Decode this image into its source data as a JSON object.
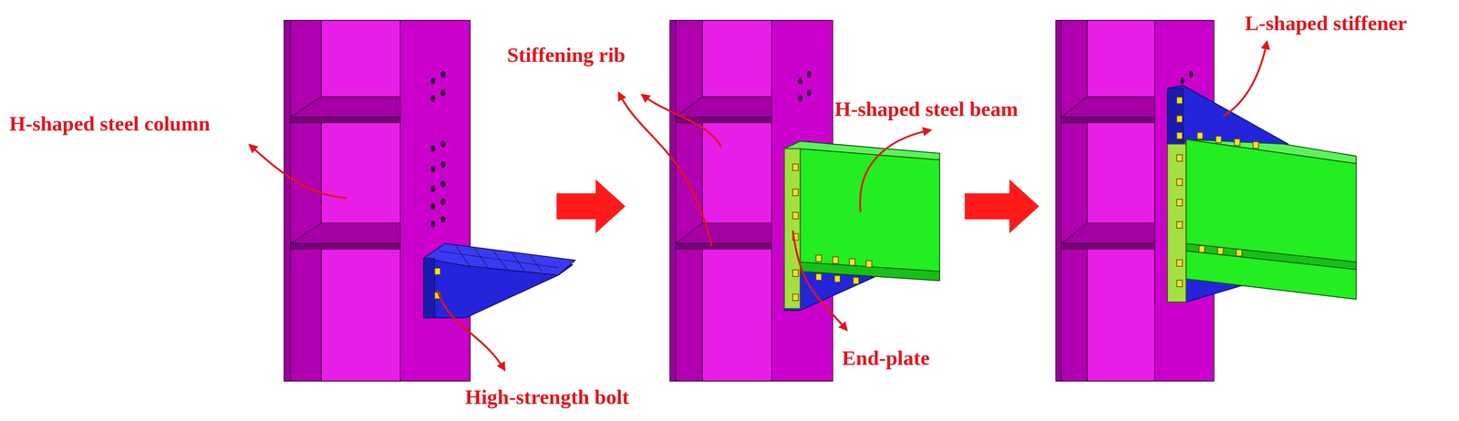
{
  "diagram": {
    "labels": [
      "H-shaped steel column",
      "High-strength bolt",
      "Stiffening rib",
      "H-shaped steel beam",
      "End-plate",
      "L-shaped stiffener"
    ]
  }
}
